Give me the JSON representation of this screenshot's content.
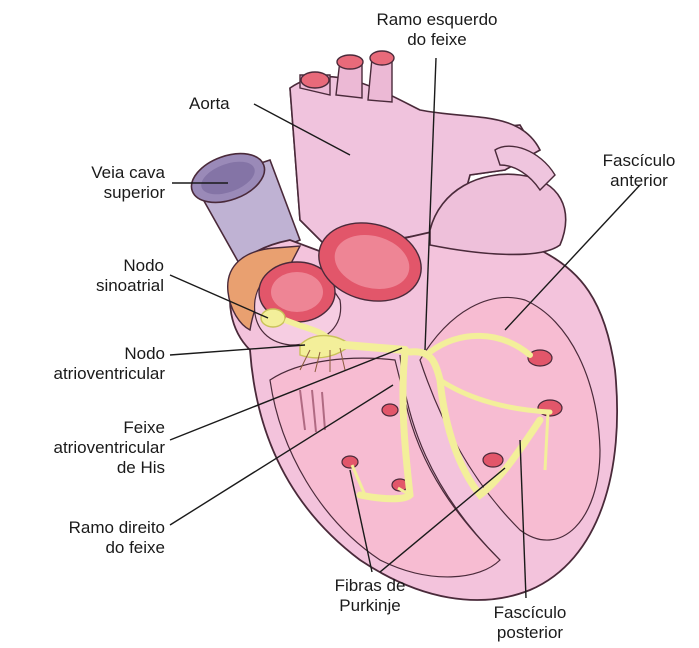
{
  "labels": {
    "ramo_esquerdo": "Ramo esquerdo\ndo feixe",
    "aorta": "Aorta",
    "veia_cava": "Veia cava\nsuperior",
    "fasciculo_anterior": "Fascículo\nanterior",
    "nodo_sinoatrial": "Nodo\nsinoatrial",
    "nodo_av": "Nodo\natrioventricular",
    "feixe_his": "Feixe\natrioventricular\nde His",
    "ramo_direito": "Ramo direito\ndo feixe",
    "fibras_purkinje": "Fibras de\nPurkinje",
    "fasciculo_posterior": "Fascículo\nposterior"
  },
  "colors": {
    "heart_fill": "#f3c3dc",
    "heart_light": "#f8dcea",
    "chamber": "#f7b9cf",
    "vessel_red": "#e2566a",
    "vena_cava": "#bfb2d3",
    "conduction": "#f3ef9a",
    "conduction_stroke": "#c9c25a",
    "outline": "#4a2a3a",
    "orange_node": "#e9a070"
  }
}
